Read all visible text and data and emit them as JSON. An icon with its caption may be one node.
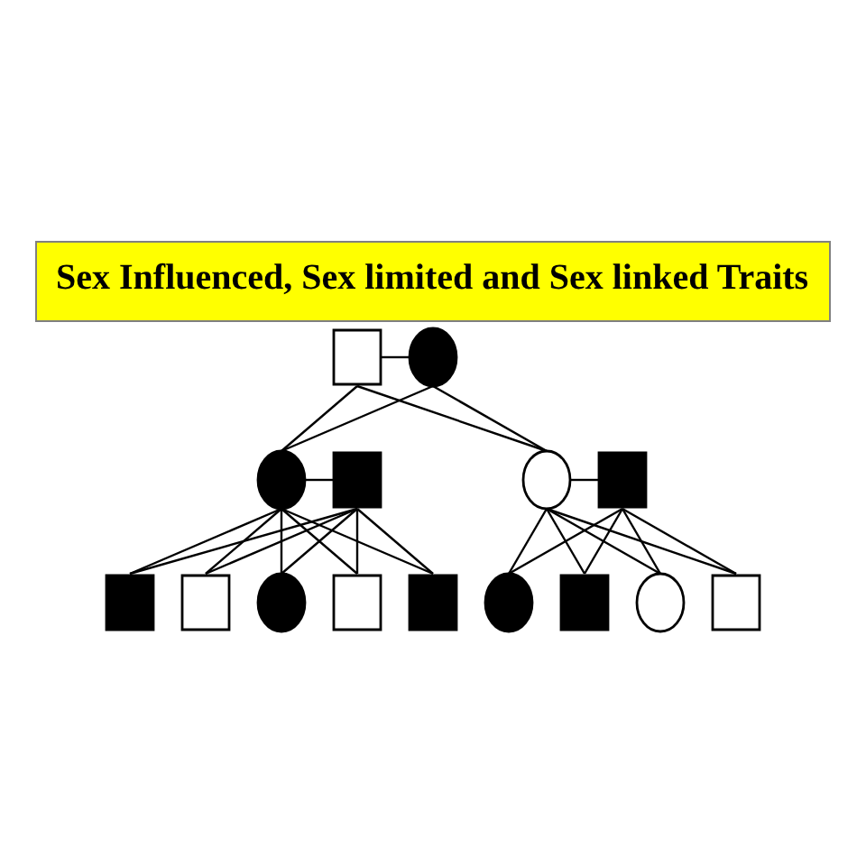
{
  "diagram": {
    "title": "Sex Influenced, Sex limited and Sex linked Traits",
    "nodes": [
      {
        "text": [],
        "shape": "box"
      },
      {
        "text": [],
        "shape": "circle"
      },
      {
        "text": [],
        "shape": "circle"
      },
      {
        "text": [],
        "shape": "box"
      },
      {
        "text": [],
        "shape": "circle"
      },
      {
        "text": [],
        "shape": "box"
      },
      {
        "text": [],
        "shape": "box"
      },
      {
        "text": [],
        "shape": "box"
      },
      {
        "text": [],
        "shape": "circle"
      },
      {
        "text": [],
        "shape": "box"
      },
      {
        "text": [],
        "shape": "box"
      },
      {
        "text": [],
        "shape": "circle"
      },
      {
        "text": [],
        "shape": "box"
      },
      {
        "text": [],
        "shape": "circle"
      },
      {
        "text": [],
        "shape": "box"
      }
    ],
    "edges": [
      {
        "from": 0,
        "to": 1,
        "arrow": "none"
      },
      {
        "from": 0,
        "to": 2,
        "arrow": "none"
      },
      {
        "from": 1,
        "to": 2,
        "arrow": "none"
      },
      {
        "from": 0,
        "to": 4,
        "arrow": "none"
      },
      {
        "from": 1,
        "to": 4,
        "arrow": "none"
      },
      {
        "from": 2,
        "to": 3,
        "arrow": "none"
      },
      {
        "from": 2,
        "to": 6,
        "arrow": "none"
      },
      {
        "from": 3,
        "to": 6,
        "arrow": "none"
      },
      {
        "from": 2,
        "to": 7,
        "arrow": "none"
      },
      {
        "from": 3,
        "to": 7,
        "arrow": "none"
      },
      {
        "from": 2,
        "to": 8,
        "arrow": "none"
      },
      {
        "from": 3,
        "to": 8,
        "arrow": "none"
      },
      {
        "from": 2,
        "to": 9,
        "arrow": "none"
      },
      {
        "from": 3,
        "to": 9,
        "arrow": "none"
      },
      {
        "from": 2,
        "to": 10,
        "arrow": "none"
      },
      {
        "from": 3,
        "to": 10,
        "arrow": "none"
      },
      {
        "from": 4,
        "to": 5,
        "arrow": "none"
      },
      {
        "from": 4,
        "to": 11,
        "arrow": "none"
      },
      {
        "from": 5,
        "to": 11,
        "arrow": "none"
      },
      {
        "from": 4,
        "to": 12,
        "arrow": "none"
      },
      {
        "from": 5,
        "to": 12,
        "arrow": "none"
      },
      {
        "from": 4,
        "to": 13,
        "arrow": "none"
      },
      {
        "from": 5,
        "to": 13,
        "arrow": "none"
      },
      {
        "from": 4,
        "to": 14,
        "arrow": "none"
      },
      {
        "from": 5,
        "to": 14,
        "arrow": "none"
      }
    ]
  }
}
